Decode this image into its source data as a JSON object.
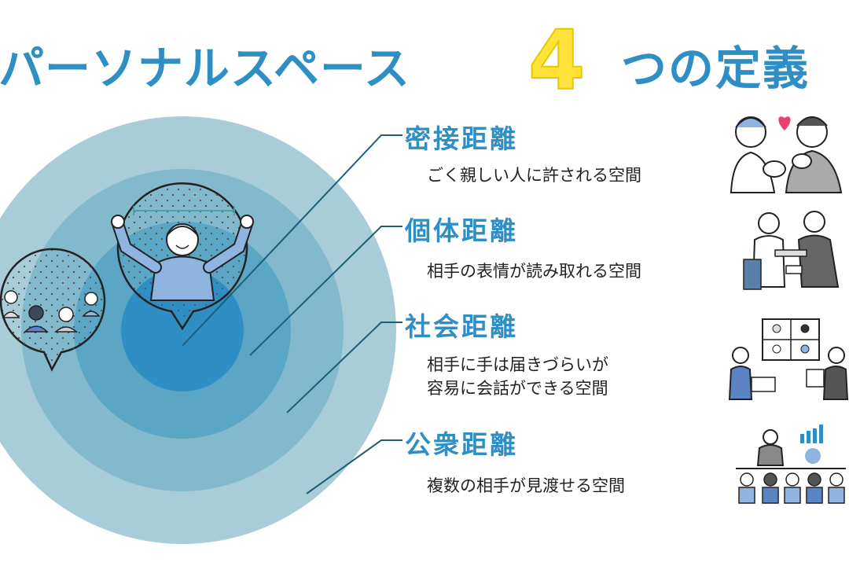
{
  "title": {
    "before": "パーソナルスペース",
    "number": "4",
    "after": "つの定義"
  },
  "colors": {
    "title_blue": "#2f8fc4",
    "number_yellow": "#ffe33a",
    "ring_outer": "#a9ccd9",
    "ring_2": "#82b9cd",
    "ring_3": "#5aa6c4",
    "ring_inner": "#2f8fc4",
    "leader_line": "#1d5f78"
  },
  "zones": [
    {
      "heading": "密接距離",
      "description": [
        "ごく親しい人に許される空間"
      ],
      "icon": "couple-heart-icon"
    },
    {
      "heading": "個体距離",
      "description": [
        "相手の表情が読み取れる空間"
      ],
      "icon": "handshake-meeting-icon"
    },
    {
      "heading": "社会距離",
      "description": [
        "相手に手は届きづらいが",
        "容易に会話ができる空間"
      ],
      "icon": "video-conference-icon"
    },
    {
      "heading": "公衆距離",
      "description": [
        "複数の相手が見渡せる空間"
      ],
      "icon": "presentation-audience-icon"
    }
  ],
  "bubbles": {
    "close": "waving-person-icon",
    "far": "audience-group-icon"
  }
}
